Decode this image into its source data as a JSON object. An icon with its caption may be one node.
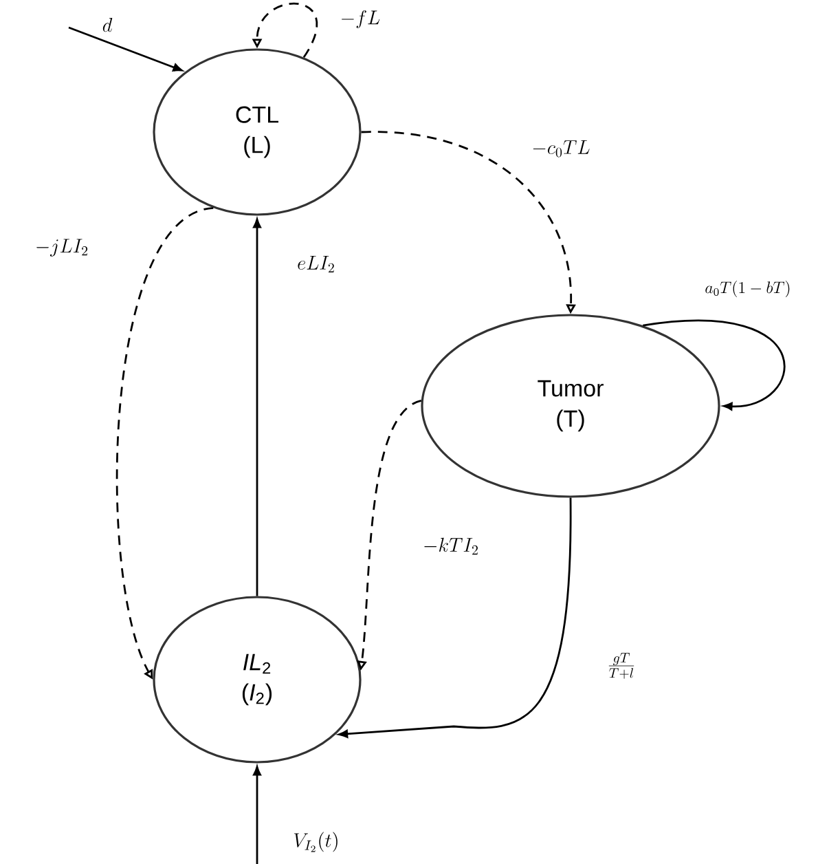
{
  "diagram": {
    "nodes": [
      {
        "text": [
          "CTL",
          "(L)"
        ]
      },
      {
        "text": [
          "Tumor",
          "(T)"
        ]
      },
      {
        "text": [
          "*IL*$_{2}$",
          "(*I*$_{2}$)"
        ]
      }
    ],
    "edges": [
      {
        "from": null,
        "to": 0,
        "arrow": "to",
        "label": "d"
      },
      {
        "from": 0,
        "to": 0,
        "arrow": "to",
        "label": "-fL",
        "style": "dashed"
      },
      {
        "from": 0,
        "to": 1,
        "arrow": "to",
        "label": "-c_0TL",
        "style": "dashed"
      },
      {
        "from": 0,
        "to": 2,
        "arrow": "to",
        "label": "-jLI_2",
        "style": "dashed"
      },
      {
        "from": 2,
        "to": 0,
        "arrow": "to",
        "label": "eLI_2"
      },
      {
        "from": 1,
        "to": 1,
        "arrow": "to",
        "label": "a_0T(1-bT)"
      },
      {
        "from": 1,
        "to": 2,
        "arrow": "to",
        "label": "-kTI_2",
        "style": "dashed"
      },
      {
        "from": 1,
        "to": 2,
        "arrow": "to",
        "label": "\\frac{gT}{T+l}"
      },
      {
        "from": null,
        "to": 2,
        "arrow": "to",
        "label": "V_{I_2}(t)"
      }
    ]
  }
}
